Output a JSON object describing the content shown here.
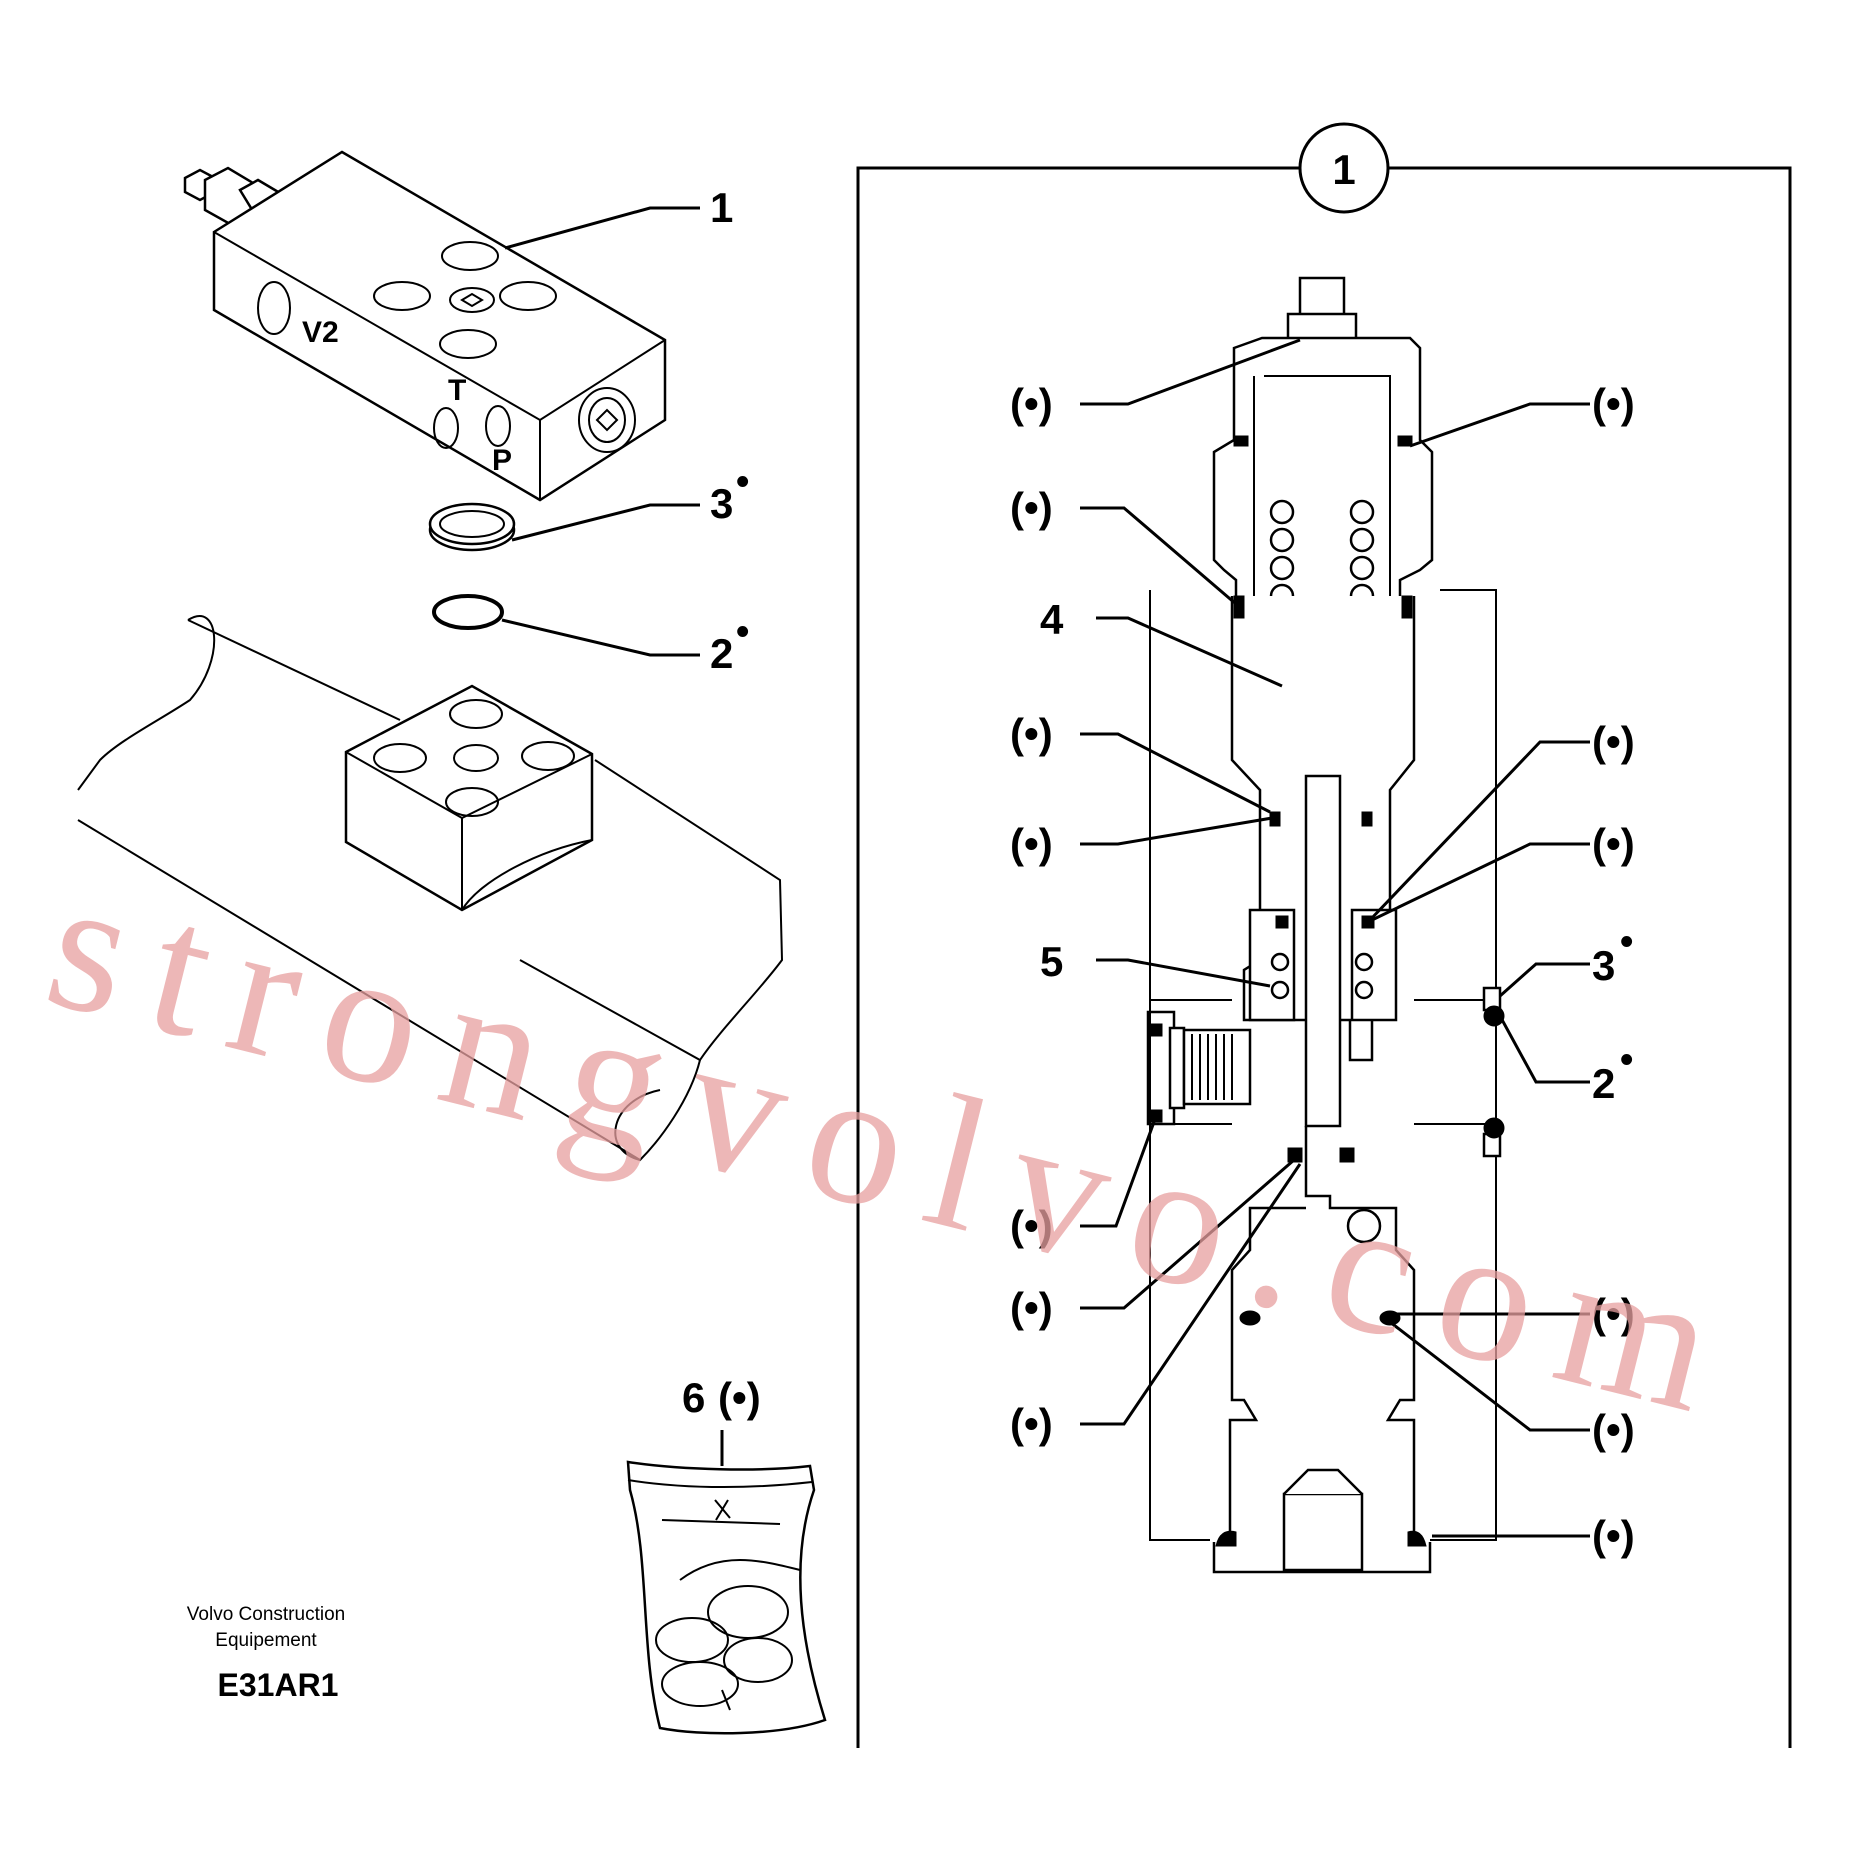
{
  "detail_marker": "1",
  "ports": {
    "v2": "V2",
    "t": "T",
    "p": "P"
  },
  "callouts": {
    "item1": "1",
    "item3": "3",
    "item2": "2",
    "item4": "4",
    "item5": "5",
    "item6": "6",
    "kit_mark": "(•)",
    "star": "•"
  },
  "footer": {
    "manufacturer_line1": "Volvo Construction",
    "manufacturer_line2": "Equipement",
    "drawing_code": "E31AR1"
  },
  "watermark": "strongvolvo.com"
}
